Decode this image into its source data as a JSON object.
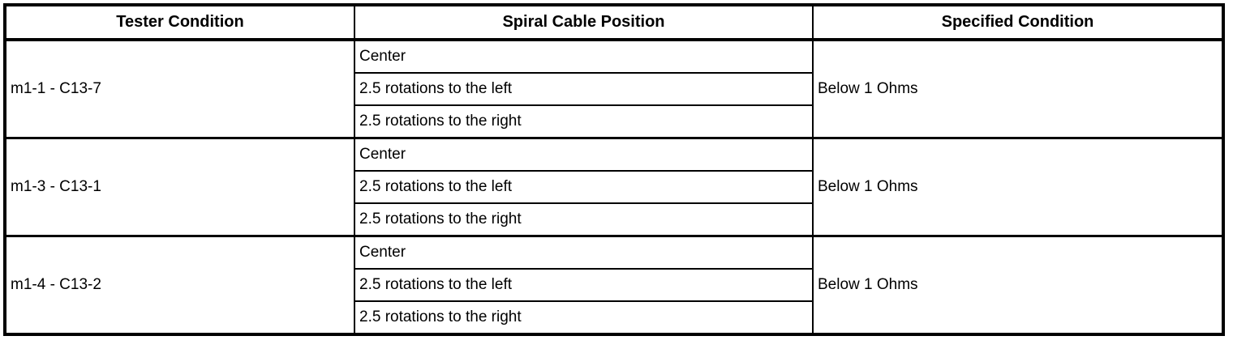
{
  "table": {
    "headers": {
      "tester_condition": "Tester Condition",
      "spiral_cable_position": "Spiral Cable Position",
      "specified_condition": "Specified Condition"
    },
    "groups": [
      {
        "tester_condition": "m1-1 - C13-7",
        "positions": [
          "Center",
          "2.5 rotations to the left",
          "2.5 rotations to the right"
        ],
        "specified_condition": "Below 1 Ohms"
      },
      {
        "tester_condition": "m1-3 - C13-1",
        "positions": [
          "Center",
          "2.5 rotations to the left",
          "2.5 rotations to the right"
        ],
        "specified_condition": "Below 1 Ohms"
      },
      {
        "tester_condition": "m1-4 - C13-2",
        "positions": [
          "Center",
          "2.5 rotations to the left",
          "2.5 rotations to the right"
        ],
        "specified_condition": "Below 1 Ohms"
      }
    ],
    "colors": {
      "border": "#000000",
      "background": "#ffffff",
      "text": "#000000"
    }
  }
}
